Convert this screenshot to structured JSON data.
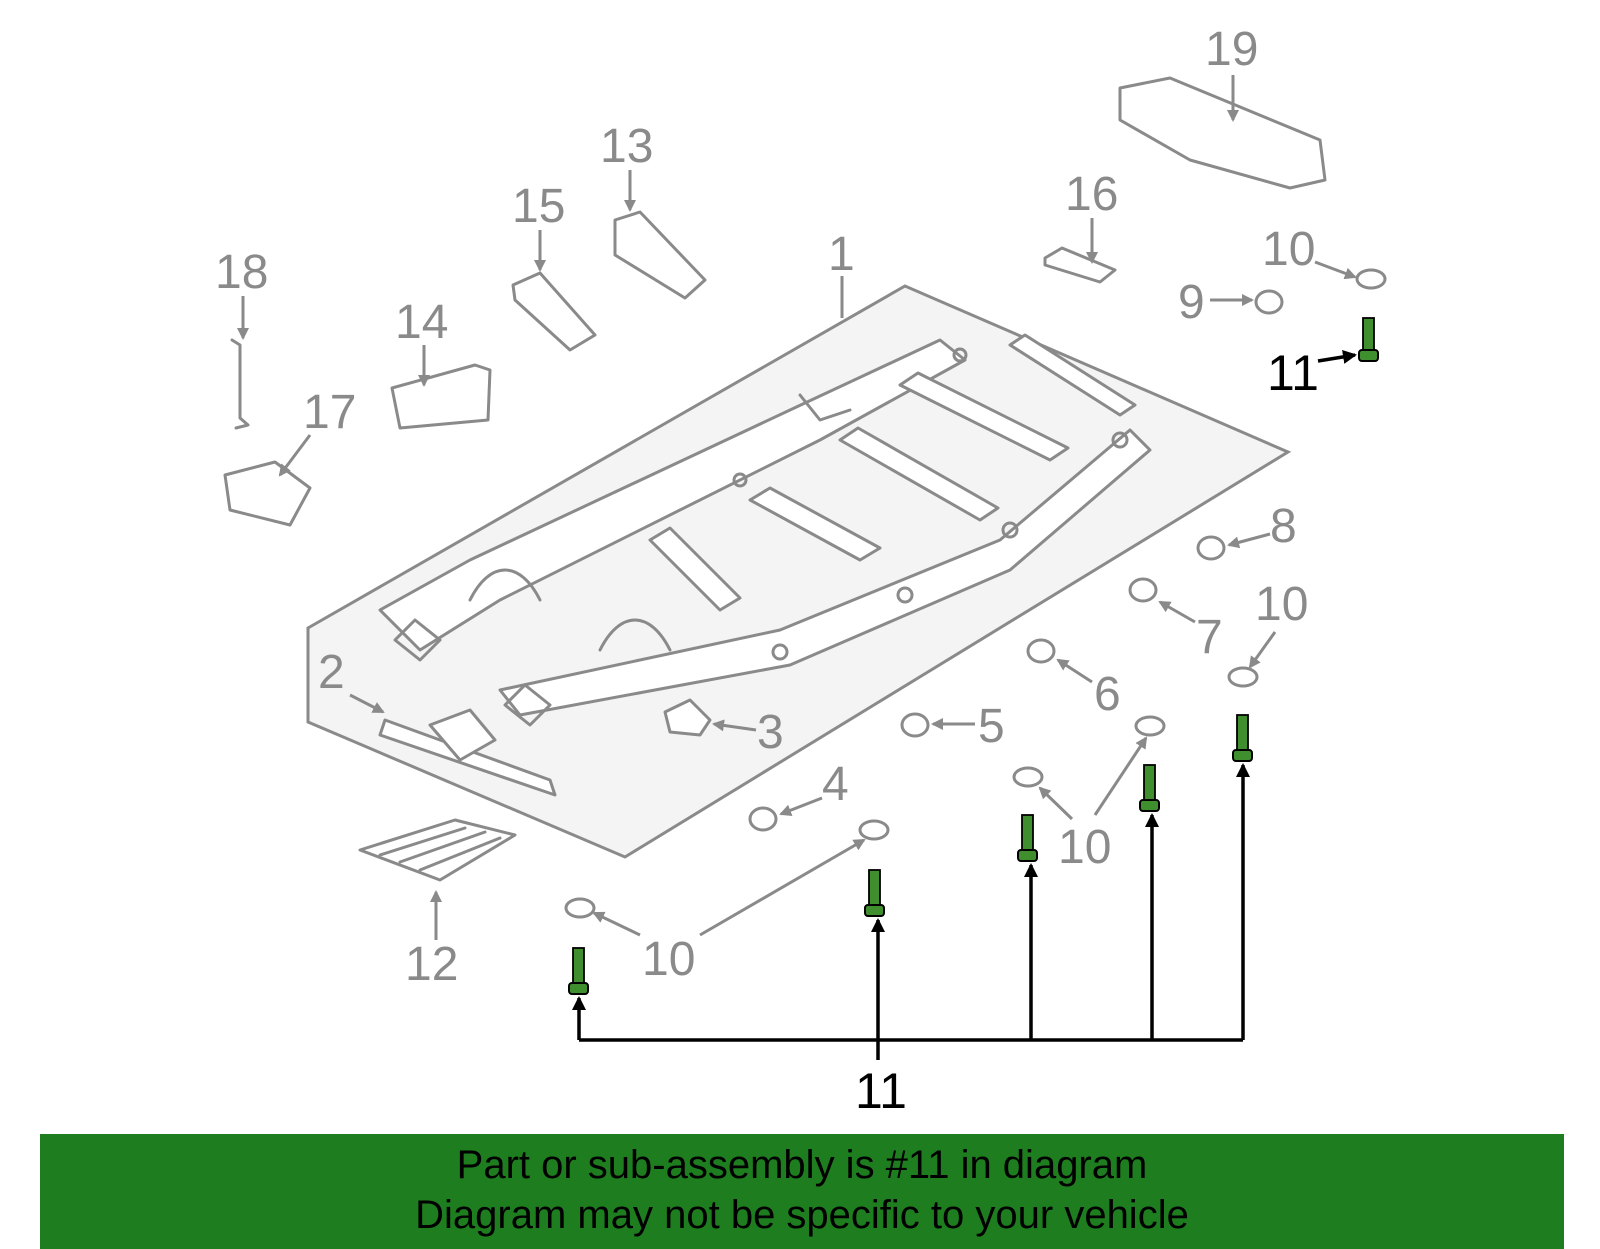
{
  "diagram": {
    "callouts": {
      "frame": "1",
      "c2": "2",
      "c3": "3",
      "c4": "4",
      "c5": "5",
      "c6": "6",
      "c7": "7",
      "c8": "8",
      "c9": "9",
      "c10": "10",
      "c11": "11",
      "c12": "12",
      "c13": "13",
      "c14": "14",
      "c15": "15",
      "c16": "16",
      "c17": "17",
      "c18": "18",
      "c19": "19"
    },
    "highlight_color": "#3f8f2f",
    "line_color": "#8a8a8a"
  },
  "banner": {
    "line1": "Part or sub-assembly is #11 in diagram",
    "line2": "Diagram may not be specific to your vehicle",
    "background": "#1e7d1e"
  }
}
